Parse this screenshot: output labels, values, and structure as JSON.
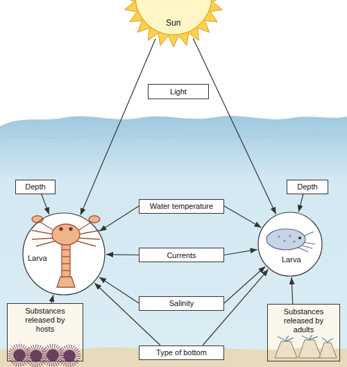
{
  "diagram": {
    "nodes": [
      {
        "text": [
          "Sun"
        ]
      },
      {
        "text": [
          "Light"
        ]
      },
      {
        "text": [
          "Depth"
        ]
      },
      {
        "text": [
          "Depth"
        ]
      },
      {
        "text": [
          "Water temperature"
        ]
      },
      {
        "text": [
          "Larva"
        ]
      },
      {
        "text": [
          "Larva"
        ]
      },
      {
        "text": [
          "Currents"
        ]
      },
      {
        "text": [
          "Salinity"
        ]
      },
      {
        "text": [
          "Substances released by hosts"
        ]
      },
      {
        "text": [
          "Substances released by adults"
        ]
      },
      {
        "text": [
          "Type of bottom"
        ]
      }
    ],
    "edges": [
      {
        "from": 0,
        "to": 5,
        "arrow": "to"
      },
      {
        "from": 0,
        "to": 6,
        "arrow": "to"
      },
      {
        "from": 2,
        "to": 5,
        "arrow": "to"
      },
      {
        "from": 3,
        "to": 6,
        "arrow": "to"
      },
      {
        "from": 4,
        "to": 5,
        "arrow": "to"
      },
      {
        "from": 4,
        "to": 6,
        "arrow": "to"
      },
      {
        "from": 7,
        "to": 5,
        "arrow": "to"
      },
      {
        "from": 7,
        "to": 6,
        "arrow": "to"
      },
      {
        "from": 8,
        "to": 5,
        "arrow": "to"
      },
      {
        "from": 8,
        "to": 6,
        "arrow": "to"
      },
      {
        "from": 9,
        "to": 5,
        "arrow": "to"
      },
      {
        "from": 10,
        "to": 6,
        "arrow": "to"
      },
      {
        "from": 11,
        "to": 5,
        "arrow": "to"
      },
      {
        "from": 11,
        "to": 6,
        "arrow": "to"
      }
    ]
  }
}
